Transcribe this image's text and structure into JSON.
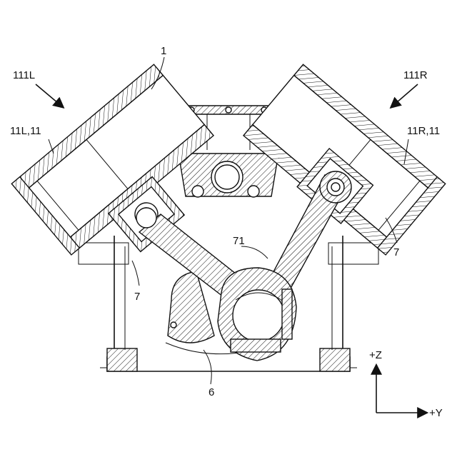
{
  "labels": {
    "bank_left": "111L",
    "bank_right": "111R",
    "cylinder_left": "11L,11",
    "cylinder_right": "11R,11",
    "block": "1",
    "rod": "71",
    "crank": "6",
    "piston_left": "7",
    "piston_right": "7"
  },
  "axes": {
    "z_label": "+Z",
    "y_label": "+Y"
  }
}
